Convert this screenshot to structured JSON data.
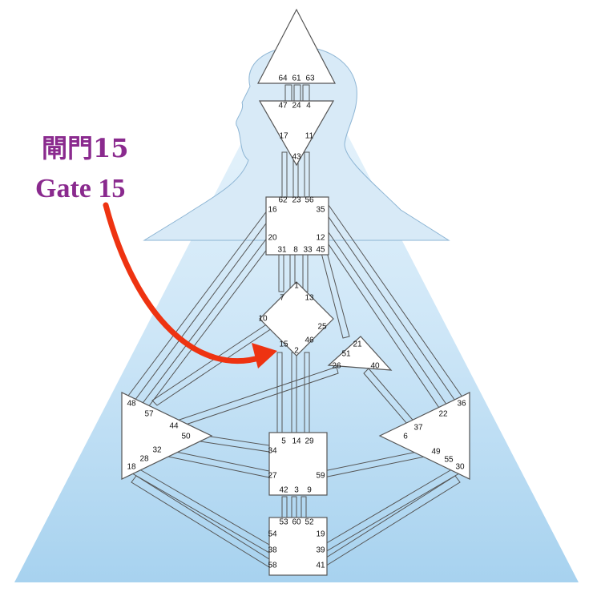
{
  "annotation": {
    "label_chinese": "閘門15",
    "label_english": "Gate 15",
    "label_color": "#8a2a8e",
    "arrow_color": "#ee3311"
  },
  "colors": {
    "background_light": "#e8f4fc",
    "background_dark": "#a9d3ef",
    "silhouette": "#d5e8f6",
    "outline": "#555555",
    "center_fill": "#ffffff"
  },
  "gates": {
    "g64": "64",
    "g61": "61",
    "g63": "63",
    "g47": "47",
    "g24": "24",
    "g4": "4",
    "g17": "17",
    "g11": "11",
    "g43": "43",
    "g62": "62",
    "g23": "23",
    "g56": "56",
    "g16": "16",
    "g35": "35",
    "g20": "20",
    "g12": "12",
    "g31": "31",
    "g8": "8",
    "g33": "33",
    "g45": "45",
    "g1": "1",
    "g7": "7",
    "g13": "13",
    "g10": "10",
    "g25": "25",
    "g15": "15",
    "g46": "46",
    "g2": "2",
    "g21": "21",
    "g51": "51",
    "g26": "26",
    "g40": "40",
    "g48": "48",
    "g57": "57",
    "g44": "44",
    "g50": "50",
    "g32": "32",
    "g28": "28",
    "g18": "18",
    "g36": "36",
    "g22": "22",
    "g37": "37",
    "g6": "6",
    "g49": "49",
    "g55": "55",
    "g30": "30",
    "g5": "5",
    "g14": "14",
    "g29": "29",
    "g34": "34",
    "g27": "27",
    "g59": "59",
    "g42": "42",
    "g3": "3",
    "g9": "9",
    "g53": "53",
    "g60": "60",
    "g52": "52",
    "g54": "54",
    "g19": "19",
    "g38": "38",
    "g39": "39",
    "g58": "58",
    "g41": "41"
  }
}
